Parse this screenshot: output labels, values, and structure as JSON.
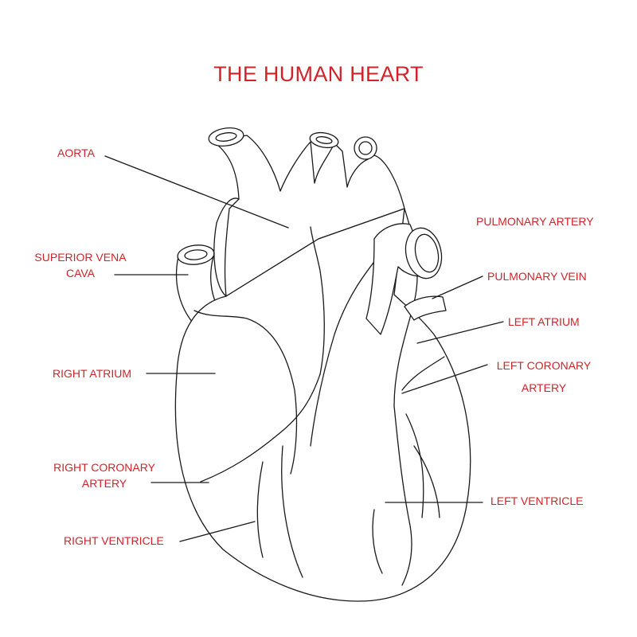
{
  "title": "THE HUMAN HEART",
  "colors": {
    "label": "#d2232a",
    "line": "#1a1a1a",
    "background": "#ffffff"
  },
  "labels": {
    "aorta": [
      "AORTA"
    ],
    "superior_vena_cava": [
      "SUPERIOR VENA",
      "CAVA"
    ],
    "right_atrium": [
      "RIGHT ATRIUM"
    ],
    "right_coronary_artery": [
      "RIGHT CORONARY",
      "ARTERY"
    ],
    "right_ventricle": [
      "RIGHT VENTRICLE"
    ],
    "pulmonary_artery": [
      "PULMONARY ARTERY"
    ],
    "pulmonary_vein": [
      "PULMONARY VEIN"
    ],
    "left_atrium": [
      "LEFT ATRIUM"
    ],
    "left_coronary_artery": [
      "LEFT CORONARY",
      "ARTERY"
    ],
    "left_ventricle": [
      "LEFT VENTRICLE"
    ]
  }
}
